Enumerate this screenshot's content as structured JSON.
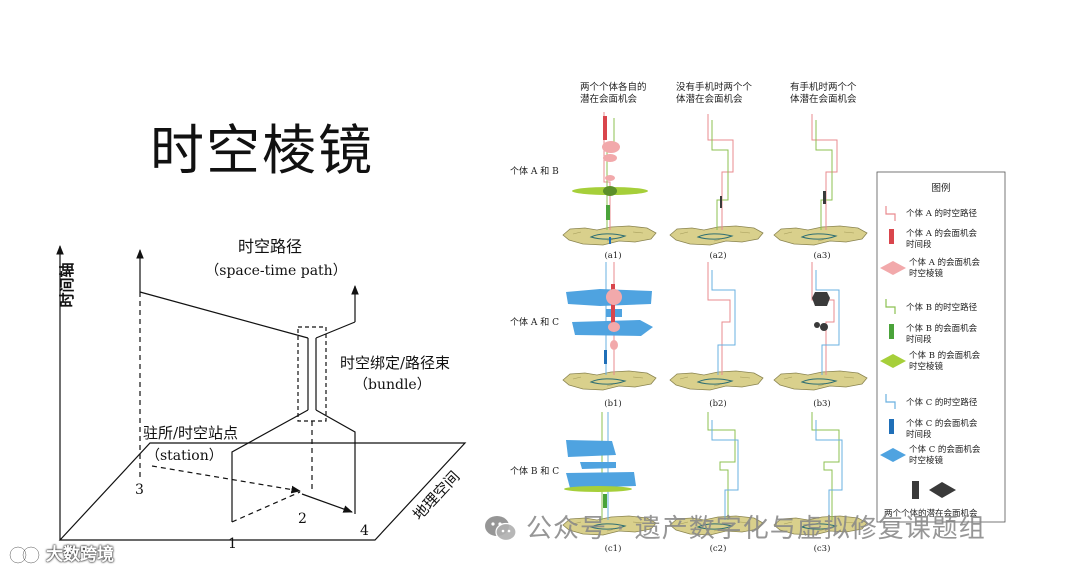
{
  "slide": {
    "title": "时空棱镜",
    "watermark": "公众号 · 遗产数字化与虚拟修复课题组",
    "watermark_icon": "wechat-icon",
    "logo_text": "大数跨境",
    "logo_icon": "bubble-logo-icon"
  },
  "diagram": {
    "time_axis_label": "时间轴",
    "space_axis_label": "地理空间",
    "path_label": "时空路径",
    "path_label_en": "（space-time path）",
    "bundle_label": "时空绑定/路径束",
    "bundle_label_en": "（bundle）",
    "station_label": "驻所/时空站点",
    "station_label_en": "（station）",
    "point_labels": [
      "1",
      "2",
      "3",
      "4"
    ]
  },
  "figure": {
    "column_headers": [
      [
        "两个个体各自的",
        "潜在会面机会"
      ],
      [
        "没有手机时两个个",
        "体潜在会面机会"
      ],
      [
        "有手机时两个个",
        "体潜在会面机会"
      ]
    ],
    "row_labels": [
      "个体 A 和 B",
      "个体 A 和 C",
      "个体 B 和 C"
    ],
    "panel_labels": [
      [
        "(a1)",
        "(a2)",
        "(a3)"
      ],
      [
        "(b1)",
        "(b2)",
        "(b3)"
      ],
      [
        "(c1)",
        "(c2)",
        "(c3)"
      ]
    ],
    "legend": {
      "title": "图例",
      "items": [
        {
          "swatch": "path-line-icon",
          "lines": [
            "个体 A 的时空路径"
          ]
        },
        {
          "swatch": "time-bar-icon",
          "lines": [
            "个体 A 的会面机会",
            "时间段"
          ]
        },
        {
          "swatch": "prism-diamond-icon",
          "lines": [
            "个体 A 的会面机会",
            "时空棱镜"
          ]
        },
        {
          "swatch": "path-line-icon",
          "lines": [
            "个体 B 的时空路径"
          ]
        },
        {
          "swatch": "time-bar-icon",
          "lines": [
            "个体 B 的会面机会",
            "时间段"
          ]
        },
        {
          "swatch": "prism-diamond-icon",
          "lines": [
            "个体 B 的会面机会",
            "时空棱镜"
          ]
        },
        {
          "swatch": "path-line-icon",
          "lines": [
            "个体 C 的时空路径"
          ]
        },
        {
          "swatch": "time-bar-icon",
          "lines": [
            "个体 C 的会面机会",
            "时间段"
          ]
        },
        {
          "swatch": "prism-diamond-icon",
          "lines": [
            "个体 C 的会面机会",
            "时空棱镜"
          ]
        },
        {
          "swatch": "shared-bar-and-diamond-icon",
          "lines": [
            "两个个体的潜在会面机会"
          ]
        }
      ]
    }
  },
  "colors": {
    "ink": "#111111",
    "individual_a_path": "#e98b8f",
    "individual_a_time": "#d9454c",
    "individual_a_prism": "#f2a9ab",
    "individual_b_path": "#8cc152",
    "individual_b_time": "#4aa33a",
    "individual_b_prism": "#a6cf3a",
    "individual_c_path": "#6ab0e0",
    "individual_c_time": "#1f6fb8",
    "individual_c_prism": "#4fa3e0",
    "shared_opportunity": "#3a3a3a",
    "map_fill": "#d9d08c"
  }
}
